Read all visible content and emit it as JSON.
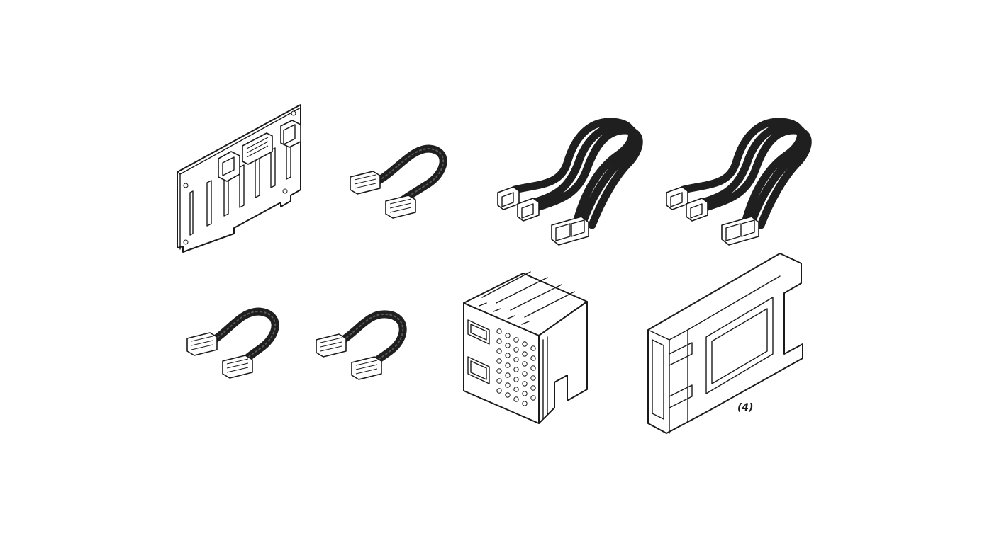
{
  "diagram": {
    "parts": [
      {
        "name": "backplane",
        "quantity_label": ""
      },
      {
        "name": "short-signal-cable",
        "quantity_label": ""
      },
      {
        "name": "triple-sas-cable-a",
        "quantity_label": ""
      },
      {
        "name": "triple-sas-cable-b",
        "quantity_label": ""
      },
      {
        "name": "short-cable-c",
        "quantity_label": ""
      },
      {
        "name": "short-cable-d",
        "quantity_label": ""
      },
      {
        "name": "drive-cage",
        "quantity_label": ""
      },
      {
        "name": "drive-filler",
        "quantity_label": "(4)"
      }
    ],
    "colors": {
      "line": "#1a1a1a",
      "cable": "#1f1f1f",
      "background": "#ffffff"
    }
  }
}
